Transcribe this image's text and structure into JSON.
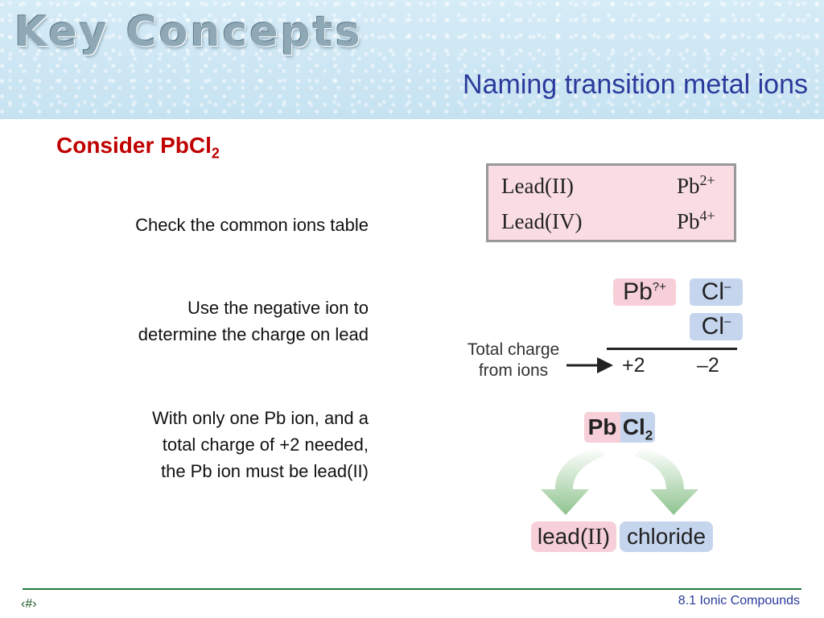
{
  "header": {
    "brand": "Key Concepts",
    "title": "Naming transition metal ions"
  },
  "subtitle": {
    "text": "Consider PbCl",
    "subscript": "2"
  },
  "steps": [
    {
      "line1": "Check the common ions table"
    },
    {
      "line1": "Use the negative ion to",
      "line2": "determine the charge on lead"
    },
    {
      "line1": "With only one Pb ion, and a",
      "line2": "total charge of +2 needed,",
      "line3": "the Pb ion must be lead(II)"
    }
  ],
  "ions_table": {
    "rows": [
      {
        "name": "Lead(II)",
        "symbol": "Pb",
        "charge": "2+"
      },
      {
        "name": "Lead(IV)",
        "symbol": "Pb",
        "charge": "4+"
      }
    ]
  },
  "charge_diagram": {
    "cation": {
      "symbol": "Pb",
      "charge": "?+"
    },
    "anion": {
      "symbol": "Cl",
      "charge": "–"
    },
    "note_line1": "Total charge",
    "note_line2": "from ions",
    "cation_total": "+2",
    "anion_total": "–2"
  },
  "naming": {
    "cation_part": "Pb",
    "anion_part": "Cl",
    "anion_subscript": "2",
    "cation_name_prefix": "lead(",
    "cation_name_roman": "II",
    "cation_name_suffix": ")",
    "anion_name": "chloride"
  },
  "footer": {
    "page": "‹#›",
    "section": "8.1  Ionic Compounds"
  },
  "colors": {
    "title_blue": "#2b3a9c",
    "subtitle_red": "#c00000",
    "cation_pink": "#f6cfd8",
    "anion_blue": "#c5d5ee",
    "footer_green": "#1f7a3a",
    "arrow_green": "#8fc48f"
  }
}
